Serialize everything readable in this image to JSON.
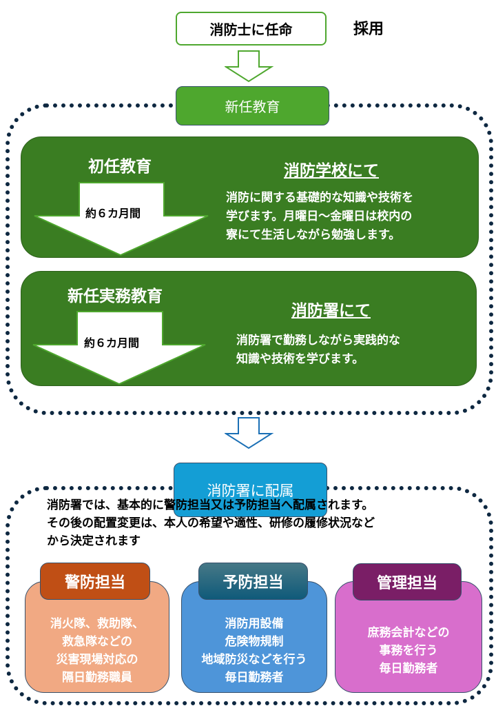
{
  "top": {
    "appoint": "消防士に任命",
    "hire": "採用"
  },
  "education": {
    "title": "新任教育",
    "initial": {
      "title": "初任教育",
      "duration": "約６カ月間",
      "place": "消防学校にて",
      "lines": [
        "消防に関する基礎的な知識や技術を",
        "学びます。月曜日～金曜日は校内の",
        "寮にて生活しながら勉強します。"
      ]
    },
    "practical": {
      "title": "新任実務教育",
      "duration": "約６カ月間",
      "place": "消防署にて",
      "lines": [
        "消防署で勤務しながら実践的な",
        "知識や技術を学びます。"
      ]
    }
  },
  "assignment": {
    "title": "消防署に配属",
    "lines": [
      "消防署では、基本的に警防担当又は予防担当へ配属されます。",
      "その後の配置変更は、本人の希望や適性、研修の履修状況など",
      "から決定されます"
    ],
    "cards": [
      {
        "title": "警防担当",
        "lines": [
          "消火隊、救助隊、",
          "救急隊などの",
          "災害現場対応の",
          "隔日勤務職員"
        ]
      },
      {
        "title": "予防担当",
        "lines": [
          "消防用設備",
          "危険物規制",
          "地域防災などを行う",
          "毎日勤務者"
        ]
      },
      {
        "title": "管理担当",
        "lines": [
          "庶務会計などの",
          "事務を行う",
          "毎日勤務者"
        ]
      }
    ]
  },
  "colors": {
    "green": "#4ea72e",
    "darkGreen": "#3a7d22",
    "blue": "#149ed5",
    "navy": "#0e2841",
    "orange": "#c04f15",
    "peach": "#f1a983",
    "teal": "#156082",
    "cardBlue": "#4e95d9",
    "purple": "#7a1e66",
    "pink": "#d86ecc"
  }
}
